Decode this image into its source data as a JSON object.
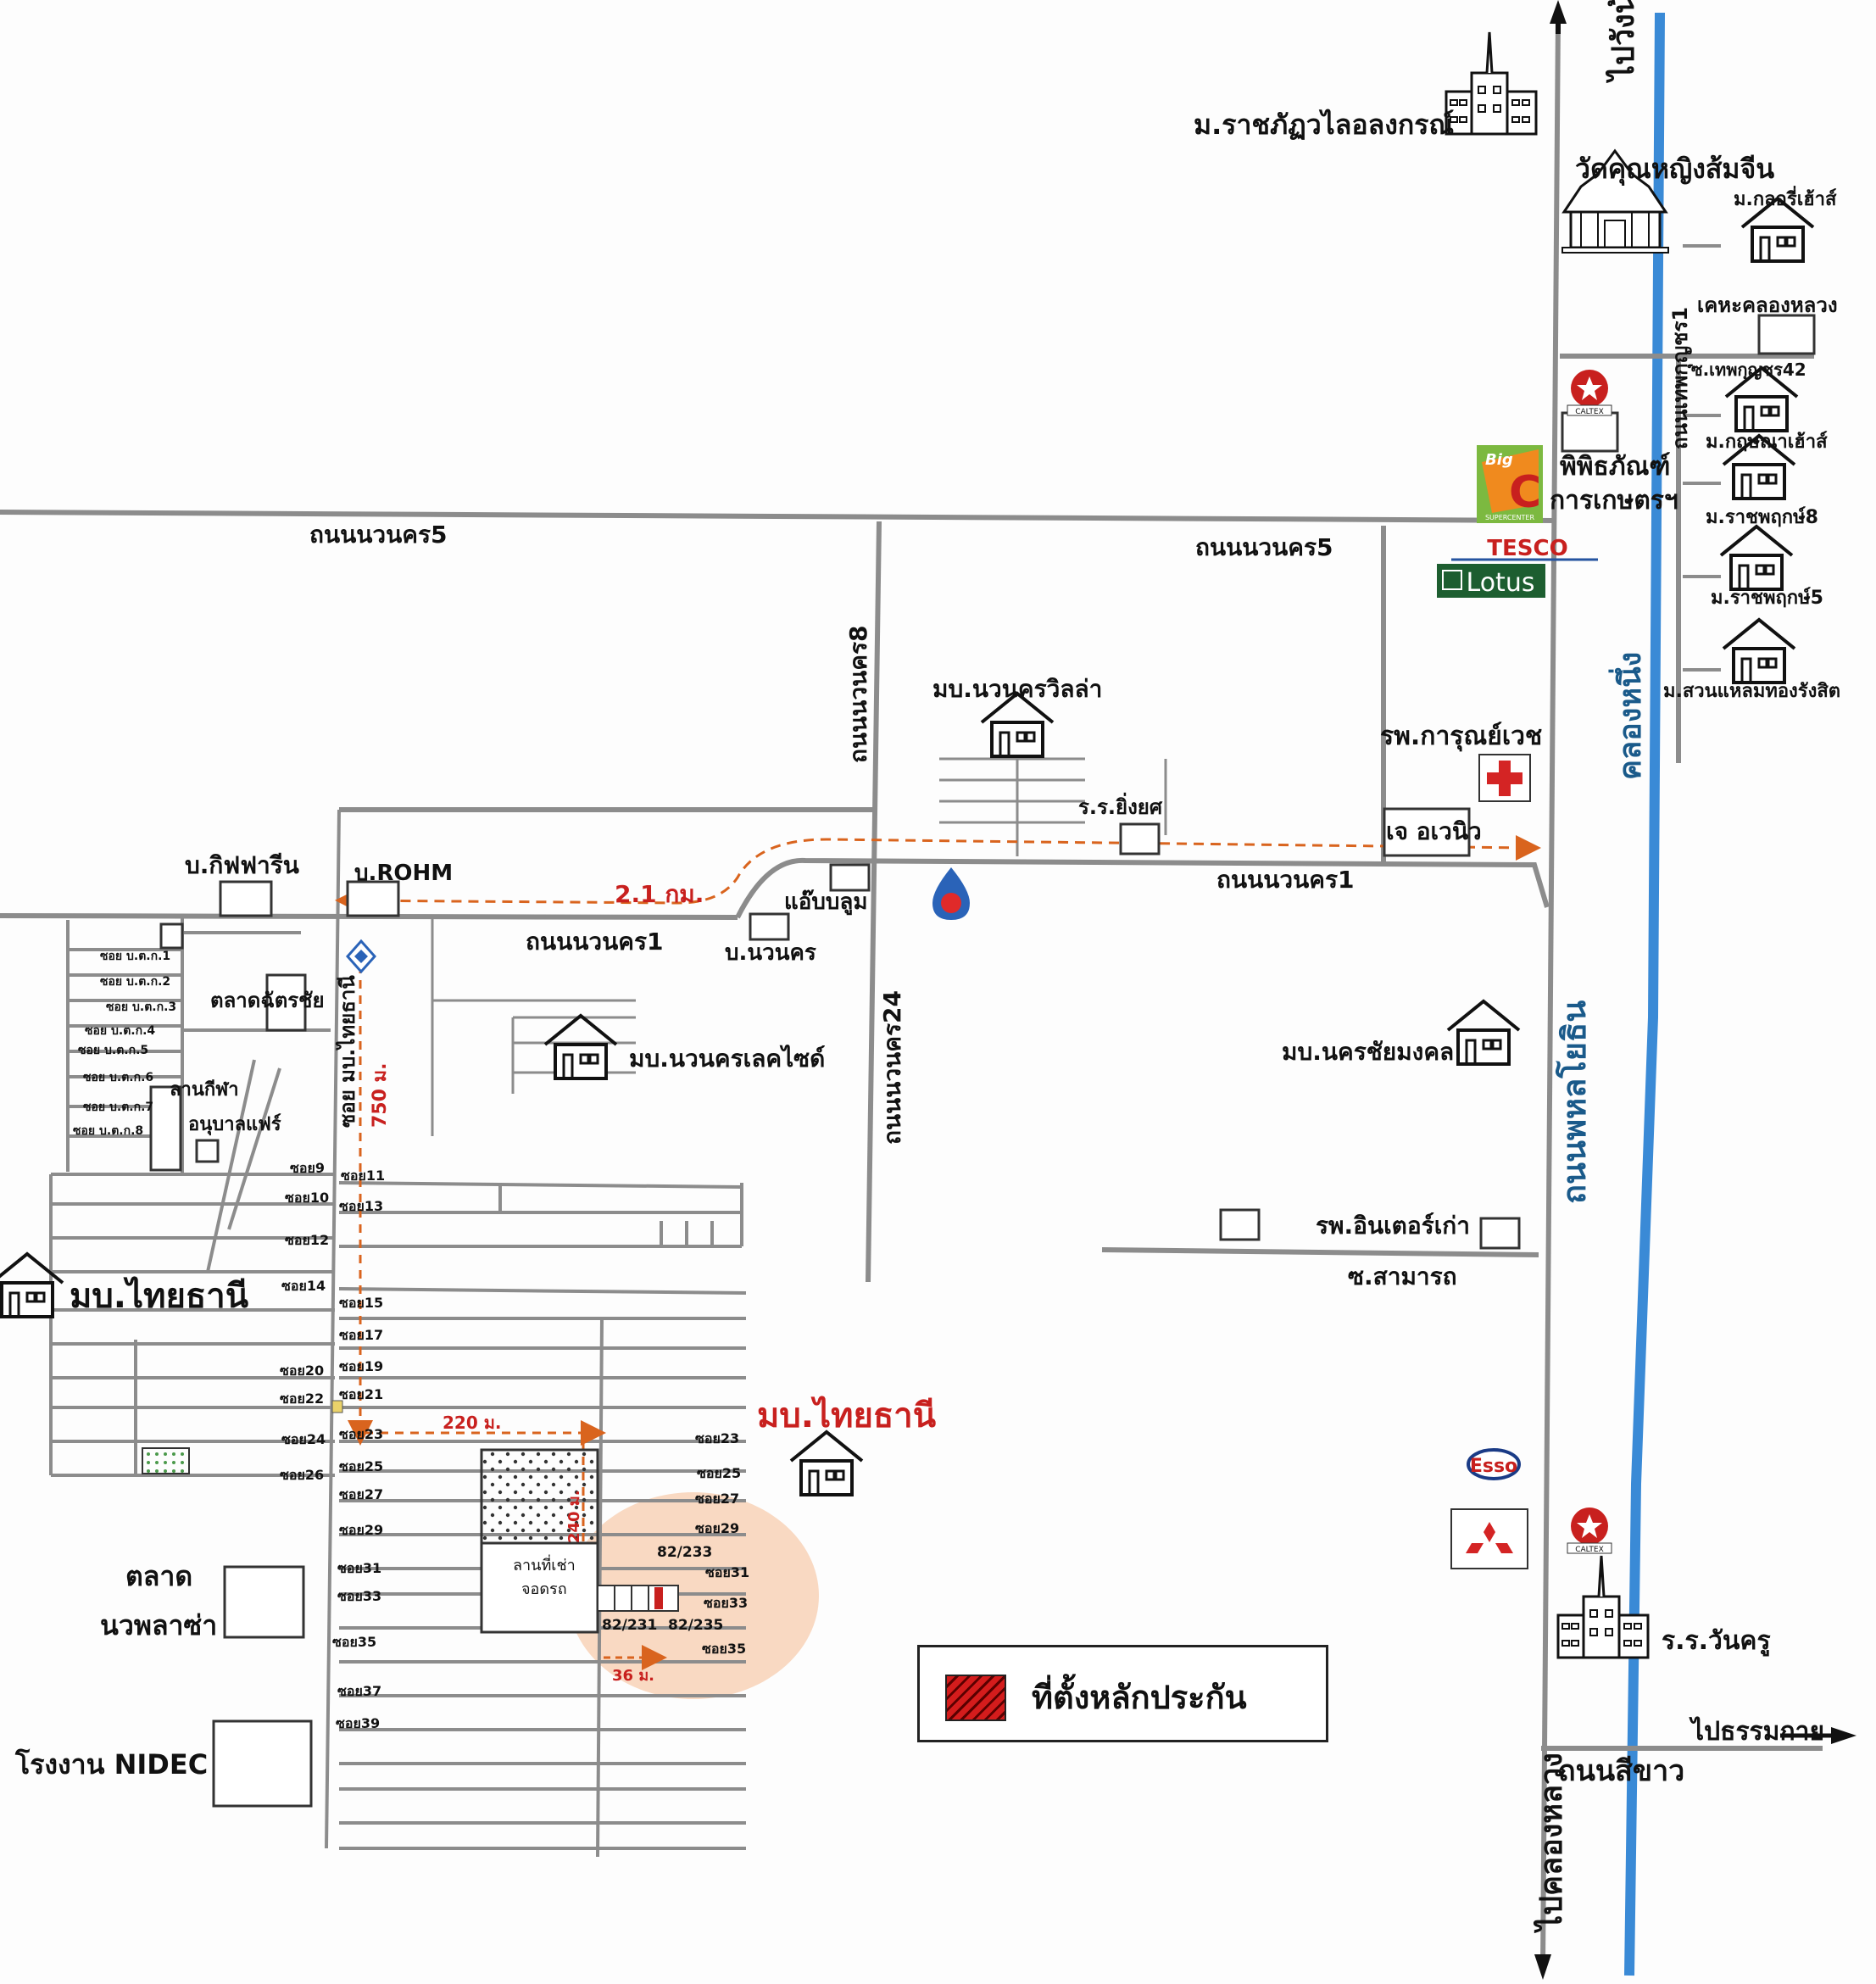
{
  "legend": {
    "collateral_location": "ที่ตั้งหลักประกัน"
  },
  "colors": {
    "road": "#8c8c8c",
    "canal": "#3a8ad6",
    "route": "#d9641e",
    "highlight": "#f6c9a8",
    "label_red": "#c8201e"
  },
  "roads": {
    "phahon_yothin": "ถนนพหลโยธิน",
    "nawanakorn5_west": "ถนนนวนคร5",
    "nawanakorn5_east": "ถนนนวนคร5",
    "nawanakorn1_west": "ถนนนวนคร1",
    "nawanakorn1_east": "ถนนนวนคร1",
    "nawanakorn8": "ถนนนวนคร8",
    "nawanakorn24": "ถนนนวนคร24",
    "thepkunchorn1": "ถนนเทพกุญชร1",
    "soi_thaithani": "ซอย มบ.ไทยธานี",
    "sikhao": "ถนนสีขาว",
    "samart": "ซ.สามารถ",
    "thepkunchorn42": "ซ.เทพกุญชร42"
  },
  "directions": {
    "to_wang_noi": "ไปวังน้อย",
    "to_khlong_luang": "ไปคลองหลวง",
    "to_thammakai": "ไปธรรมกาย"
  },
  "water": {
    "khlong_nueng": "คลองหนึ่ง"
  },
  "places": {
    "rajabhat": "ม.ราชภัฏวไลอลงกรณ์",
    "wat": "วัดคุณหญิงส้มจีน",
    "glory_house": "ม.กลอรี่เฮ้าส์",
    "kheha": "เคหะคลองหลวง",
    "kritsana_house": "ม.กฤษณาเฮ้าส์",
    "ratchaphruek8": "ม.ราชพฤกษ์8",
    "ratchaphruek5": "ม.ราชพฤกษ์5",
    "suan_laem": "ม.สวนแหลมทองรังสิต",
    "museum_line1": "พิพิธภัณฑ์",
    "museum_line2": "การเกษตรฯ",
    "tesco": "TESCO",
    "lotus": "Lotus",
    "big": "Big",
    "big_c": "C",
    "supercenter": "SUPERCENTER",
    "caltex": "CALTEX",
    "esso": "Esso",
    "karunvej": "รพ.การุณย์เวช",
    "j_avenue": "เจ อเวนิว",
    "yingyot": "ร.ร.ยิ่งยศ",
    "villa": "มบ.นวนครวิลล่า",
    "kiffarin": "บ.กิฟฟารีน",
    "rohm": "บ.ROHM",
    "apple_loom": "แอ๊บบลูม",
    "b_nawanakorn": "บ.นวนคร",
    "lakeside": "มบ.นวนครเลคไซด์",
    "nakornchai": "มบ.นครชัยมงคล",
    "inter_hospital": "รพ.อินเตอร์เก่า",
    "market_chatchai": "ตลาดฉัตรชัย",
    "sports_field": "ลานกีฬา",
    "kindergarten": "อนุบาลแฟร์",
    "thaithani_west": "มบ.ไทยธานี",
    "thaithani_red": "มบ.ไทยธานี",
    "market_line1": "ตลาด",
    "market_line2": "นวพลาซ่า",
    "nidec": "โรงงาน NIDEC",
    "wankru": "ร.ร.วันครู",
    "parking_line1": "ลานที่เช่า",
    "parking_line2": "จอดรถ",
    "plot1": "82/233",
    "plot2": "82/231",
    "plot3": "82/235"
  },
  "distances": {
    "d_2_1km": "2.1 กม.",
    "d_750m": "750 ม.",
    "d_220m": "220 ม.",
    "d_240m": "240 ม.",
    "d_36m": "36 ม."
  },
  "soi_left": [
    "ซอย บ.ต.ก.1",
    "ซอย บ.ต.ก.2",
    "ซอย บ.ต.ก.3",
    "ซอย บ.ต.ก.4",
    "ซอย บ.ต.ก.5",
    "ซอย บ.ต.ก.6",
    "ซอย บ.ต.ก.7",
    "ซอย บ.ต.ก.8"
  ],
  "soi_even": [
    "ซอย9",
    "ซอย10",
    "ซอย12",
    "ซอย14",
    "ซอย20",
    "ซอย22",
    "ซอย24",
    "ซอย26"
  ],
  "soi_odd": [
    "ซอย11",
    "ซอย13",
    "ซอย15",
    "ซอย17",
    "ซอย19",
    "ซอย21",
    "ซอย23",
    "ซอย25",
    "ซอย27",
    "ซอย29",
    "ซอย31",
    "ซอย33",
    "ซอย35",
    "ซอย37",
    "ซอย39"
  ],
  "soi_right": [
    "ซอย23",
    "ซอย25",
    "ซอย27",
    "ซอย29",
    "ซอย31",
    "ซอย33",
    "ซอย35"
  ]
}
